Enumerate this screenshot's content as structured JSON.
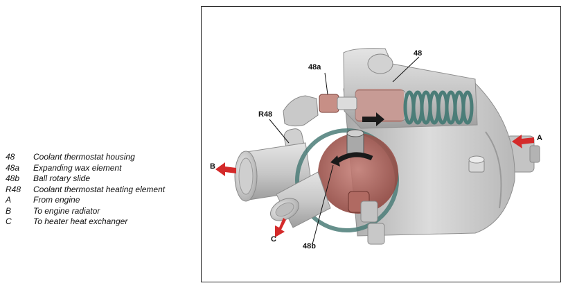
{
  "legend": [
    {
      "key": "48",
      "text": "Coolant thermostat housing"
    },
    {
      "key": "48a",
      "text": "Expanding wax element"
    },
    {
      "key": "48b",
      "text": "Ball rotary slide"
    },
    {
      "key": "R48",
      "text": "Coolant thermostat heating element"
    },
    {
      "key": "A",
      "text": "From engine"
    },
    {
      "key": "B",
      "text": "To engine radiator"
    },
    {
      "key": "C",
      "text": "To heater heat exchanger"
    }
  ],
  "callouts": {
    "c48": "48",
    "c48a": "48a",
    "c48b": "48b",
    "cR48": "R48",
    "cA": "A",
    "cB": "B",
    "cC": "C"
  },
  "colors": {
    "flow_arrow": "#d42a2a",
    "spring": "#5a8f8a",
    "cutaway_tint": "#b05a52"
  }
}
